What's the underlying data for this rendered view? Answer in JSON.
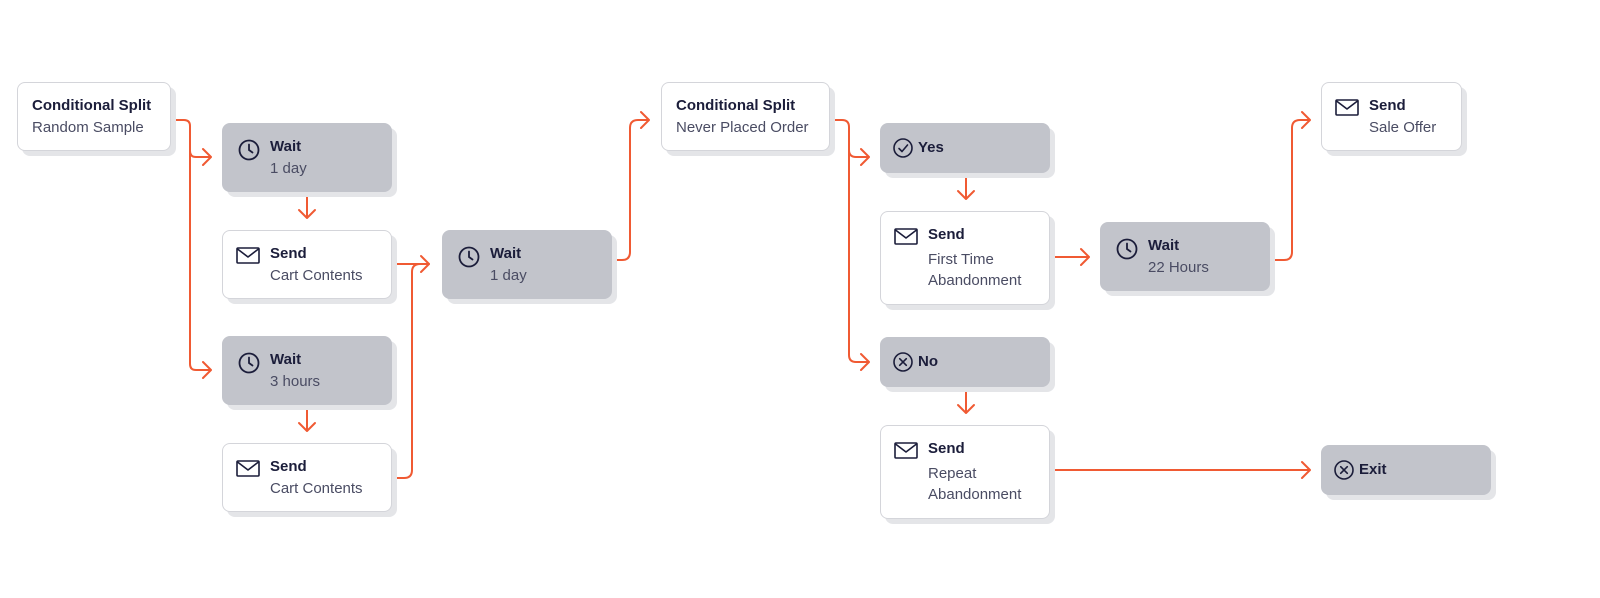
{
  "colors": {
    "connector": "#f05a33",
    "step_fill": "#c2c4cb",
    "card_border": "#d4d5da",
    "text": "#1b1d3a"
  },
  "split_random": {
    "title": "Conditional Split",
    "subtitle": "Random Sample"
  },
  "wait_1day_a": {
    "icon": "clock-icon",
    "title": "Wait",
    "subtitle": "1 day"
  },
  "send_cart_a": {
    "icon": "mail-icon",
    "title": "Send",
    "subtitle": "Cart Contents"
  },
  "wait_3hours": {
    "icon": "clock-icon",
    "title": "Wait",
    "subtitle": "3 hours"
  },
  "send_cart_b": {
    "icon": "mail-icon",
    "title": "Send",
    "subtitle": "Cart Contents"
  },
  "wait_1day_b": {
    "icon": "clock-icon",
    "title": "Wait",
    "subtitle": "1 day"
  },
  "split_never": {
    "title": "Conditional Split",
    "subtitle": "Never Placed Order"
  },
  "branch_yes": {
    "icon": "check-circle-icon",
    "title": "Yes"
  },
  "send_first_time": {
    "icon": "mail-icon",
    "title": "Send",
    "subtitle_line1": "First Time",
    "subtitle_line2": "Abandonment"
  },
  "branch_no": {
    "icon": "x-circle-icon",
    "title": "No"
  },
  "send_repeat": {
    "icon": "mail-icon",
    "title": "Send",
    "subtitle_line1": "Repeat",
    "subtitle_line2": "Abandonment"
  },
  "wait_22hours": {
    "icon": "clock-icon",
    "title": "Wait",
    "subtitle": "22 Hours"
  },
  "send_sale": {
    "icon": "mail-icon",
    "title": "Send",
    "subtitle": "Sale Offer"
  },
  "exit": {
    "icon": "x-circle-icon",
    "title": "Exit"
  }
}
